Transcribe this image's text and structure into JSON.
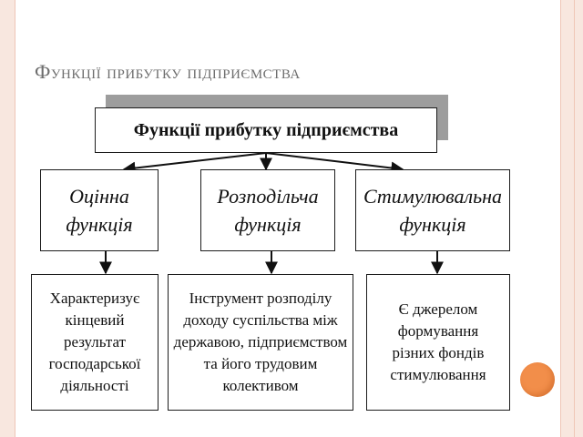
{
  "slide": {
    "title": "Функції прибутку підприємства"
  },
  "diagram": {
    "root": "Функції прибутку підприємства",
    "functions": [
      {
        "line1": "Оцінна",
        "line2": "функція"
      },
      {
        "line1": "Розподільча",
        "line2": "функція"
      },
      {
        "line1": "Стимулювальна",
        "line2": "функція"
      }
    ],
    "descriptions": [
      {
        "lines": [
          "Характеризує",
          "кінцевий",
          "результат",
          "господарської",
          "діяльності"
        ]
      },
      {
        "lines": [
          "Інструмент розподілу",
          "доходу суспільства між",
          "державою, підприємством",
          "та його трудовим",
          "колективом"
        ]
      },
      {
        "lines": [
          "Є джерелом",
          "формування",
          "різних фондів",
          "стимулювання"
        ]
      }
    ]
  },
  "colors": {
    "accent": "#f28e4a",
    "border": "#f8e7df",
    "title_text": "#6e6e6e",
    "shadow": "#9d9d9d"
  }
}
